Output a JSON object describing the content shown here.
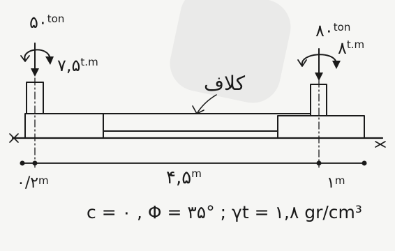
{
  "loads": {
    "left": {
      "force_value": "۵۰",
      "force_unit": "ton",
      "moment_value": "۷,۵",
      "moment_unit": "t.m"
    },
    "right": {
      "force_value": "۸۰",
      "force_unit": "ton",
      "moment_value": "۸",
      "moment_unit": "t.m"
    }
  },
  "beam_label": "کلاف",
  "dimensions": {
    "left_offset_value": "۰/۲",
    "left_offset_unit": "m",
    "span_value": "۴,۵",
    "span_unit": "m",
    "right_offset_value": "۱",
    "right_offset_unit": "m"
  },
  "soil_params": "c = ۰ , Φ = ۳۵° ; γt = ۱,۸ gr/cm³"
}
